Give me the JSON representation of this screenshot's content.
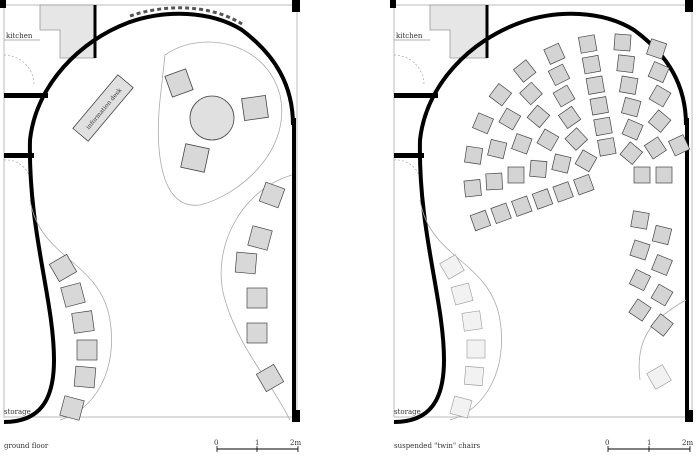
{
  "plans": [
    {
      "id": "left",
      "room_labels": {
        "kitchen": "kitchen",
        "storage": "storage"
      },
      "furniture_label": "information desk",
      "caption": "ground floor",
      "scale": {
        "ticks": [
          "0",
          "1",
          "2m"
        ]
      }
    },
    {
      "id": "right",
      "room_labels": {
        "kitchen": "kitchen",
        "storage": "storage"
      },
      "caption": "suspended \"twin\" chairs",
      "scale": {
        "ticks": [
          "0",
          "1",
          "2m"
        ]
      }
    }
  ]
}
